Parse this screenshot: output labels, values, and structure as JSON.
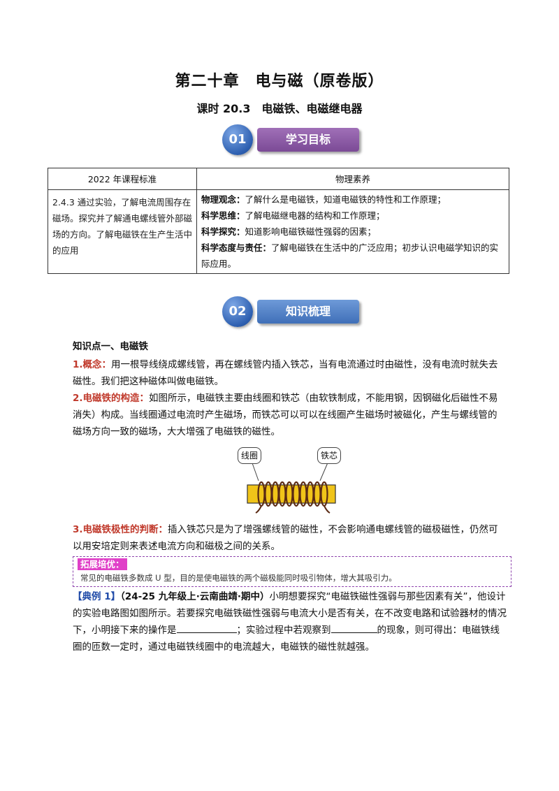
{
  "header": {
    "title": "第二十章　电与磁（原卷版）",
    "subtitle": "课时 20.3　电磁铁、电磁继电器"
  },
  "sections": [
    {
      "num": "01",
      "label": "学习目标"
    },
    {
      "num": "02",
      "label": "知识梳理"
    }
  ],
  "table": {
    "headers": [
      "2022 年课程标准",
      "物理素养"
    ],
    "standard_text": "2.4.3 通过实验，了解电流周围存在磁场。探究并了解通电螺线管外部磁场的方向。了解电磁铁在生产生活中的应用",
    "literacy": [
      {
        "key": "物理观念：",
        "text": "了解什么是电磁铁，知道电磁铁的特性和工作原理；"
      },
      {
        "key": "科学思维：",
        "text": "了解电磁继电器的结构和工作原理；"
      },
      {
        "key": "科学探究：",
        "text": "知道影响电磁铁磁性强弱的因素；"
      },
      {
        "key": "科学态度与责任：",
        "text": "了解电磁铁在生活中的广泛应用；初步认识电磁学知识的实际应用。"
      }
    ]
  },
  "knowledge": {
    "point_title": "知识点一、电磁铁",
    "items": [
      {
        "label": "1.概念：",
        "text": "用一根导线绕成螺线管，再在螺线管内插入铁芯，当有电流通过时由磁性，没有电流时就失去磁性。我们把这种磁体叫做电磁铁。"
      },
      {
        "label": "2.电磁铁的构造：",
        "text": "如图所示，电磁铁主要由线圈和铁芯（由软铁制成，不能用钢，因钢磁化后磁性不易消失）构成。当线圈通过电流时产生磁场，而铁芯可以可以在线圈产生磁场时被磁化，产生与螺线管的磁场方向一致的磁场，大大增强了电磁铁的磁性。"
      },
      {
        "label": "3.电磁铁极性的判断：",
        "text": "插入铁芯只是为了增强螺线管的磁性，不会影响通电螺线管的磁极磁性，仍然可以用安培定则来表述电流方向和磁极之间的关系。"
      }
    ],
    "figure": {
      "coil_label": "线圈",
      "core_label": "铁芯"
    }
  },
  "extension": {
    "tag": "拓展培优：",
    "text": "常见的电磁铁多数成 U 型，目的是使电磁铁的两个磁极能同时吸引物体，增大其吸引力。"
  },
  "example": {
    "tag": "【典例 1】",
    "source": "（24-25 九年级上·云南曲靖·期中）",
    "part1": "小明想要探究“电磁铁磁性强弱与那些因素有关”，他设计的实验电路图如图所示。若要探究电磁铁磁性强弱与电流大小是否有关，在不改变电路和试验器材的情况下，小明接下来的操作是",
    "part2": "；实验过程中若观察到",
    "part3": "的现象，则可得出：电磁铁线圈的匝数一定时，通过电磁铁线圈中的电流越大，电磁铁的磁性就越强。"
  },
  "colors": {
    "banner1": "#7b4a96",
    "banner2": "#3f6fb8",
    "circle": "#2d5fb0",
    "label_red": "#c0392b",
    "extension_tag": "#e040c8",
    "example_tag": "#1f4aa8"
  }
}
